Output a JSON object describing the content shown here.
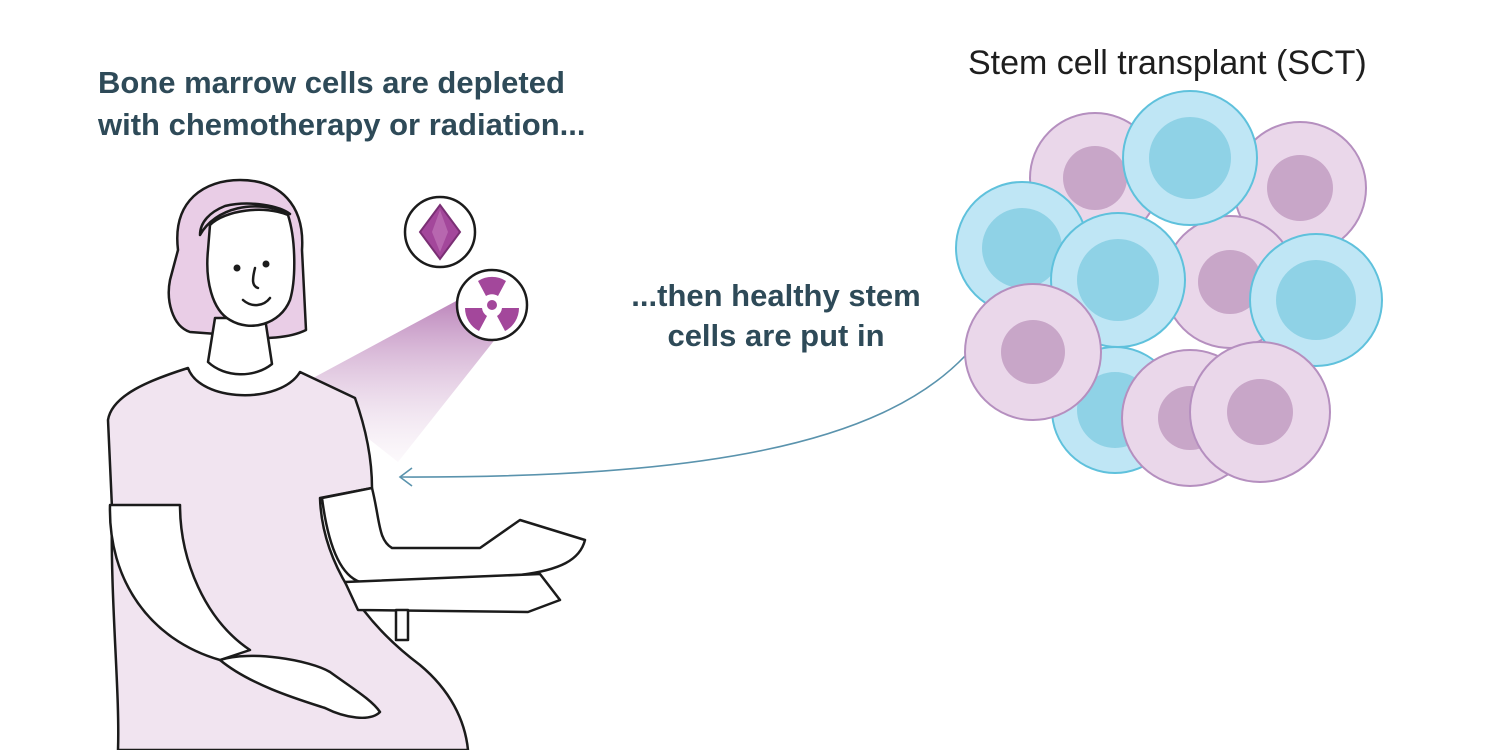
{
  "heading": {
    "line1": "Bone marrow cells are depleted",
    "line2": "with chemotherapy or radiation..."
  },
  "transplant_label": "Stem cell transplant (SCT)",
  "infusion_label": {
    "line1": "...then healthy stem",
    "line2": "cells are put in"
  },
  "icons": {
    "chemotherapy": "diamond-drug-icon",
    "radiation": "radiation-trefoil-icon"
  },
  "colors": {
    "heading_text": "#2e4a58",
    "patient_gown": "#f1e4f0",
    "patient_hair": "#e9cde6",
    "cell_lavender": "#ead7ea",
    "cell_lavender_nucleus": "#c8a6c8",
    "cell_blue": "#bfe6f5",
    "cell_blue_nucleus": "#8fd2e6",
    "treatment_purple": "#a3479b",
    "arrow": "#5a93ad"
  }
}
